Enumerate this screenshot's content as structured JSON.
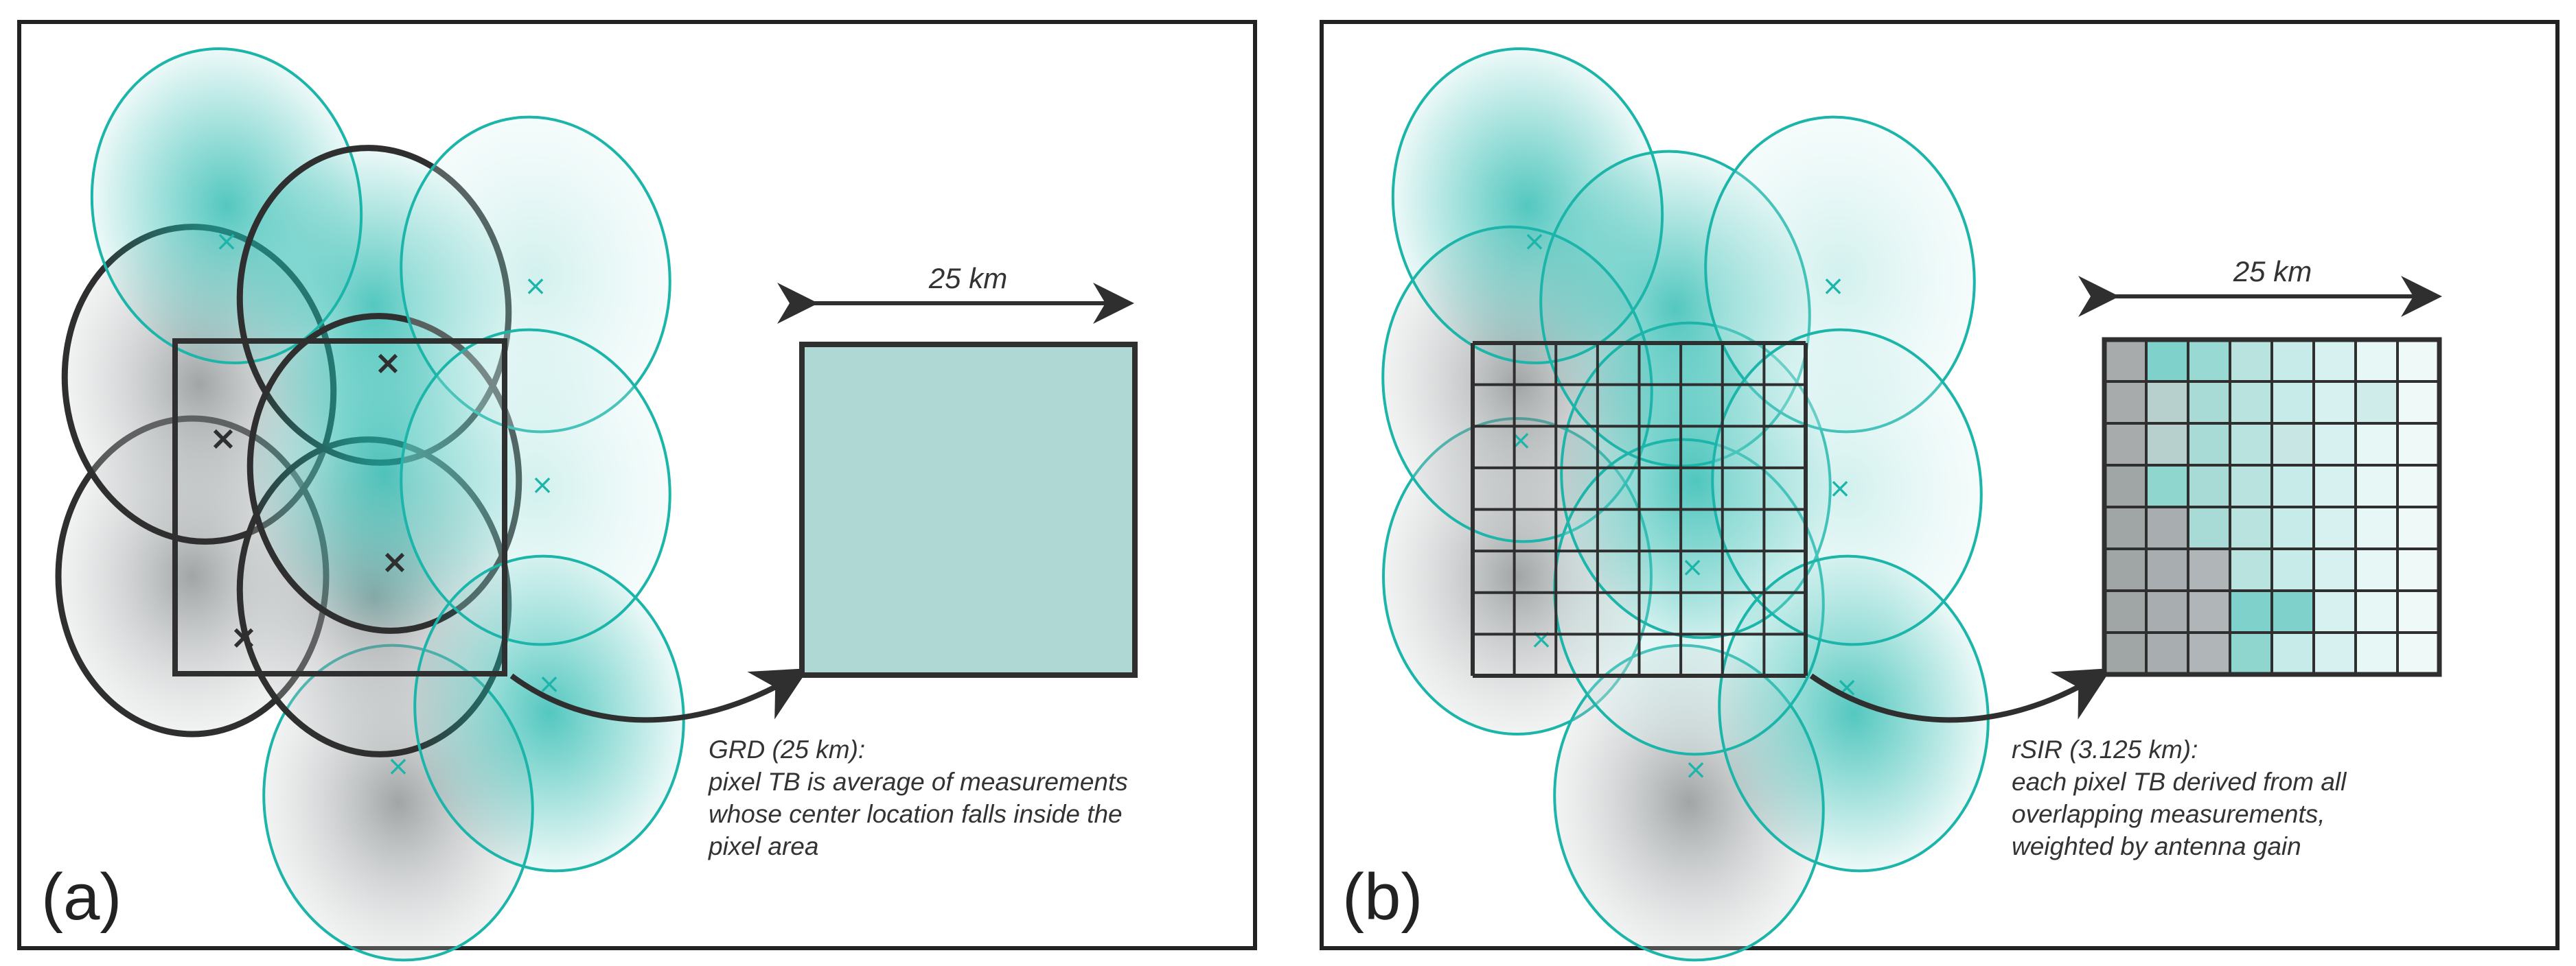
{
  "colors": {
    "teal": "#1bb5aa",
    "teal_light": "#e4f6f5",
    "gray": "#8e9496",
    "gray_light": "#e9ebeb",
    "outline_dark": "#2f2f2f",
    "pixel_fill_grd": "#afd8d5"
  },
  "panels": [
    {
      "label": "(a)",
      "dimension": "25 km",
      "caption_title": "GRD (25 km):",
      "caption_lines": [
        "pixel TB is average of measurements",
        "whose center location falls inside the",
        "pixel area"
      ],
      "center_marker": "x"
    },
    {
      "label": "(b)",
      "dimension": "25 km",
      "caption_title": "rSIR (3.125 km):",
      "caption_lines": [
        "each pixel TB derived from all",
        "overlapping measurements,",
        "weighted by antenna gain"
      ],
      "grid_divisions": 8
    }
  ]
}
